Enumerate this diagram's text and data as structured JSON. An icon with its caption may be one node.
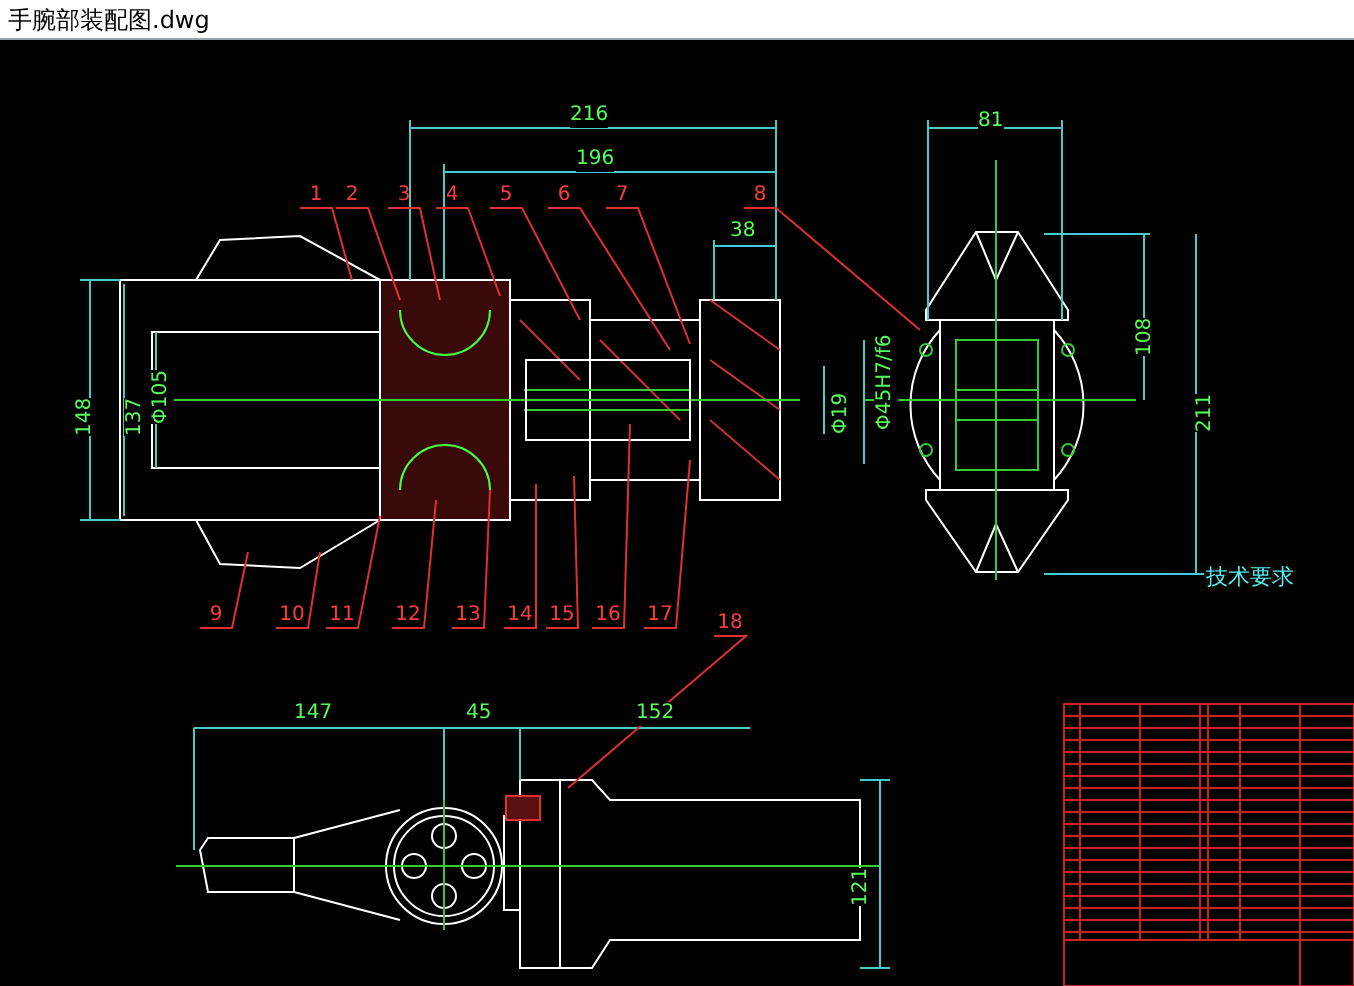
{
  "diagram": {
    "title": "手腕部装配图.dwg",
    "nodes": [
      {
        "text": [
          "1"
        ]
      },
      {
        "text": [
          "2"
        ]
      },
      {
        "text": [
          "3"
        ]
      },
      {
        "text": [
          "4"
        ]
      },
      {
        "text": [
          "5"
        ]
      },
      {
        "text": [
          "6"
        ]
      },
      {
        "text": [
          "7"
        ]
      },
      {
        "text": [
          "8"
        ]
      },
      {
        "text": [
          "9"
        ]
      },
      {
        "text": [
          "10"
        ]
      },
      {
        "text": [
          "11"
        ]
      },
      {
        "text": [
          "12"
        ]
      },
      {
        "text": [
          "13"
        ]
      },
      {
        "text": [
          "14"
        ]
      },
      {
        "text": [
          "15"
        ]
      },
      {
        "text": [
          "16"
        ]
      },
      {
        "text": [
          "17"
        ]
      },
      {
        "text": [
          "18"
        ]
      }
    ],
    "edges": [
      {
        "from": 0,
        "to": null,
        "arrow": "none"
      },
      {
        "from": 1,
        "to": null,
        "arrow": "none"
      },
      {
        "from": 2,
        "to": null,
        "arrow": "none"
      },
      {
        "from": 3,
        "to": null,
        "arrow": "none"
      },
      {
        "from": 4,
        "to": null,
        "arrow": "none"
      },
      {
        "from": 5,
        "to": null,
        "arrow": "none"
      },
      {
        "from": 6,
        "to": null,
        "arrow": "none"
      },
      {
        "from": 7,
        "to": null,
        "arrow": "none"
      },
      {
        "from": 8,
        "to": null,
        "arrow": "none"
      },
      {
        "from": 9,
        "to": null,
        "arrow": "none"
      },
      {
        "from": 10,
        "to": null,
        "arrow": "none"
      },
      {
        "from": 11,
        "to": null,
        "arrow": "none"
      },
      {
        "from": 12,
        "to": null,
        "arrow": "none"
      },
      {
        "from": 13,
        "to": null,
        "arrow": "none"
      },
      {
        "from": 14,
        "to": null,
        "arrow": "none"
      },
      {
        "from": 15,
        "to": null,
        "arrow": "none"
      },
      {
        "from": 16,
        "to": null,
        "arrow": "none"
      },
      {
        "from": 17,
        "to": null,
        "arrow": "none"
      }
    ],
    "labels": [
      "216",
      "196",
      "38",
      "148",
      "137",
      "Φ105",
      "Φ19",
      "Φ45H7/f6",
      "81",
      "108",
      "211",
      "技术要求",
      "147",
      "45",
      "152",
      "121"
    ]
  }
}
